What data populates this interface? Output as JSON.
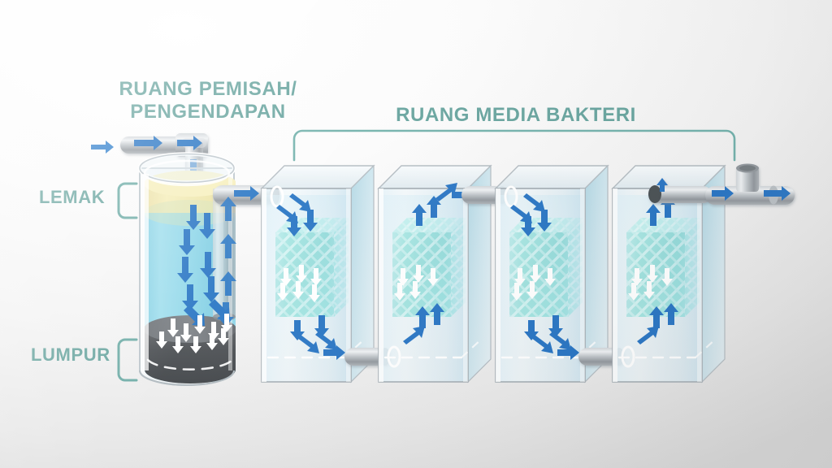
{
  "diagram": {
    "title_separator": "RUANG PEMISAH/\nPENGENDAPAN",
    "title_bacteria": "RUANG MEDIA BAKTERI",
    "label_fat": "LEMAK",
    "label_sludge": "LUMPUR",
    "palette": {
      "label_text": "#5c9d97",
      "bracket": "#62a59f",
      "water": "#8ad5e8",
      "fat": "#efe6a4",
      "sludge_dark": "#3d4043",
      "sludge_top": "#6d7175",
      "media_teal": "#45ccc0",
      "media_mesh": "#b6f0ea",
      "arrow_blue": "#1e74c8",
      "arrow_white": "#ffffff",
      "pipe_gray": "#a7adb2",
      "pipe_gray_dark": "#5e646a",
      "glass_wall": "#cfe3ee",
      "background": "#f2f2f2"
    },
    "tank": {
      "name": "settling-tank",
      "layers": [
        "lemak",
        "air",
        "lumpur"
      ]
    },
    "chambers": [
      {
        "index": 1,
        "inlet": "top-left",
        "outlet": "bottom-right",
        "flow": "down"
      },
      {
        "index": 2,
        "inlet": "bottom-left",
        "outlet": "top-right",
        "flow": "up"
      },
      {
        "index": 3,
        "inlet": "top-left",
        "outlet": "bottom-right",
        "flow": "down"
      },
      {
        "index": 4,
        "inlet": "bottom-left",
        "outlet": "top-right",
        "flow": "up"
      }
    ],
    "pipes": {
      "inlet_label": "inlet-pipe",
      "outlet_label": "outlet-pipe-tee"
    }
  }
}
